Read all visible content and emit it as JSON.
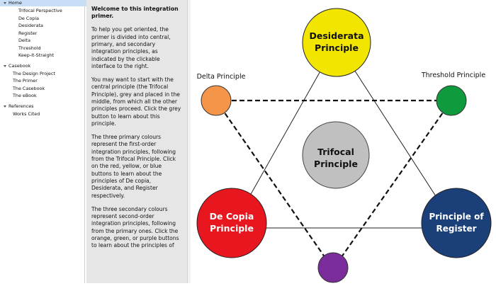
{
  "sidebar": {
    "home": {
      "label": "Home",
      "items": [
        "Trifocal Perspective",
        "De Copia",
        "Desiderata",
        "Register",
        "Delta",
        "Threshold",
        "Keep-it-Straight"
      ]
    },
    "casebook": {
      "label": "Casebook",
      "items": [
        "The Design Project",
        "The Primer",
        "The Casebook",
        "The eBook"
      ]
    },
    "references": {
      "label": "References",
      "items": [
        "Works Cited"
      ]
    }
  },
  "panel": {
    "paragraphs": [
      "Welcome to this integration primer.",
      "To help you get oriented, the primer is divided into central, primary, and secondary integration principles, as indicated by the clickable interface to the right.",
      "You may want to start with the central principle (the Trifocal Principle), grey and placed in the middle, from which all the other principles proceed. Click the grey button to learn about this principle.",
      "The three primary colours represent the first-order integration principles, following from the Trifocal Principle. Click on the red, yellow, or blue buttons to learn about the principles of De copia, Desiderata, and Register respectively.",
      "The three secondary colours represent second-order integration principles, following from the primary ones. Click the orange, green, or purple buttons to learn about the principles of"
    ]
  },
  "diagram": {
    "desiderata": {
      "line1": "Desiderata",
      "line2": "Principle",
      "color": "#f2e600"
    },
    "trifocal": {
      "line1": "Trifocal",
      "line2": "Principle",
      "color": "#c0c0c0"
    },
    "decopia": {
      "line1": "De Copia",
      "line2": "Principle",
      "color": "#e8171f"
    },
    "register": {
      "line1": "Principle of",
      "line2": "Register",
      "color": "#1b3f78"
    },
    "delta": {
      "label": "Delta Principle",
      "color": "#f5954a"
    },
    "threshold": {
      "label": "Threshold Principle",
      "color": "#0f9a3e"
    },
    "keep": {
      "color": "#7a2c9a"
    }
  }
}
